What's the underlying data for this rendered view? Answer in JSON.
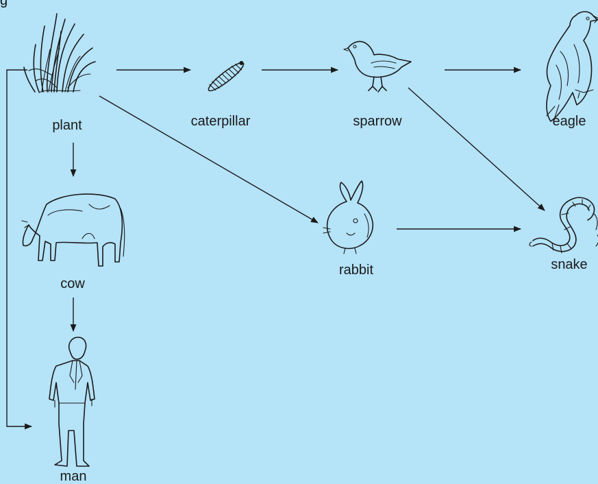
{
  "diagram": {
    "top_fragment": "g",
    "nodes": {
      "plant": "plant",
      "caterpillar": "caterpillar",
      "sparrow": "sparrow",
      "eagle": "eagle",
      "cow": "cow",
      "rabbit": "rabbit",
      "snake": "snake",
      "man": "man"
    },
    "edges": [
      {
        "from": "plant",
        "to": "caterpillar"
      },
      {
        "from": "caterpillar",
        "to": "sparrow"
      },
      {
        "from": "sparrow",
        "to": "eagle"
      },
      {
        "from": "sparrow",
        "to": "snake"
      },
      {
        "from": "plant",
        "to": "rabbit"
      },
      {
        "from": "rabbit",
        "to": "snake"
      },
      {
        "from": "plant",
        "to": "cow"
      },
      {
        "from": "cow",
        "to": "man"
      },
      {
        "from": "plant",
        "to": "man"
      }
    ],
    "colors": {
      "background": "#b5e3f8",
      "ink": "#1a1a1a"
    }
  }
}
